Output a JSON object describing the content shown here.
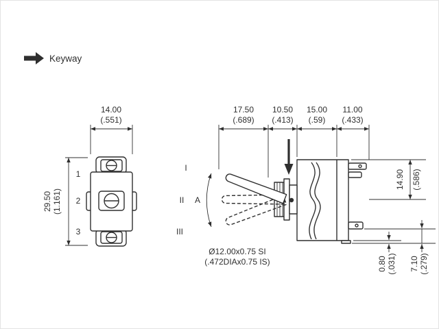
{
  "legend": {
    "keyway_label": "Keyway"
  },
  "front_view": {
    "dim_width_mm": "14.00",
    "dim_width_in": "(.551)",
    "dim_height_mm": "29.50",
    "dim_height_in": "(1.161)",
    "terminal_labels": [
      "1",
      "2",
      "3"
    ]
  },
  "side_view": {
    "dims_top": [
      {
        "mm": "17.50",
        "in": "(.689)"
      },
      {
        "mm": "10.50",
        "in": "(.413)"
      },
      {
        "mm": "15.00",
        "in": "(.59)"
      },
      {
        "mm": "11.00",
        "in": "(.433)"
      }
    ],
    "dim_body_height_mm": "14.90",
    "dim_body_height_in": "(.586)",
    "dim_tab_offset_mm": "7.10",
    "dim_tab_offset_in": "(.279)",
    "dim_tab_thickness_mm": "0.80",
    "dim_tab_thickness_in": "(.031)",
    "position_labels": {
      "up": "I",
      "mid": "II",
      "down": "III",
      "angle": "A"
    },
    "thread_spec_metric": "Ø12.00x0.75 SI",
    "thread_spec_inch": "(.472DIAx0.75 IS)"
  },
  "colors": {
    "line": "#2f2f2f",
    "background": "#ffffff"
  }
}
